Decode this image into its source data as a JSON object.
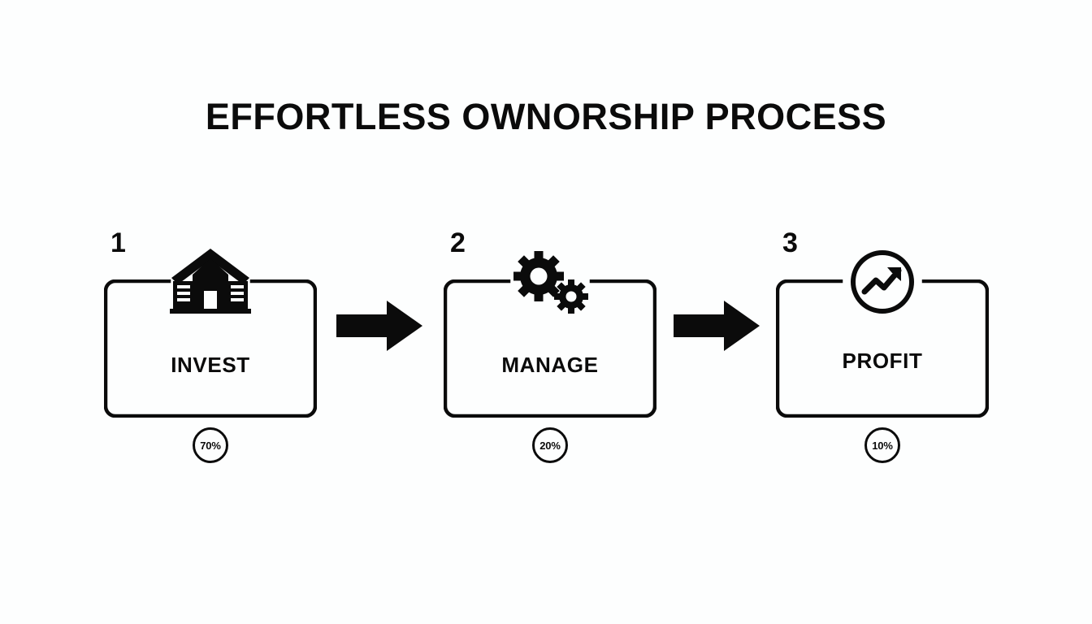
{
  "page": {
    "title": "EFFORTLESS OWNORSHIP PROCESS",
    "background_color": "#fdfefe",
    "ink_color": "#0b0b0b"
  },
  "diagram": {
    "type": "process-flow",
    "orientation": "horizontal",
    "step_count": 3,
    "connector": "block-arrow",
    "steps": [
      {
        "number": "1",
        "label": "INVEST",
        "icon": "building-investment-icon",
        "badge": "70%",
        "badge_value": 70
      },
      {
        "number": "2",
        "label": "MANAGE",
        "icon": "gears-icon",
        "badge": "20%",
        "badge_value": 20
      },
      {
        "number": "3",
        "label": "PROFIT",
        "icon": "trending-up-circle-icon",
        "badge": "10%",
        "badge_value": 10
      }
    ],
    "arrows": [
      {
        "name": "arrow-1-to-2"
      },
      {
        "name": "arrow-2-to-3"
      }
    ]
  }
}
